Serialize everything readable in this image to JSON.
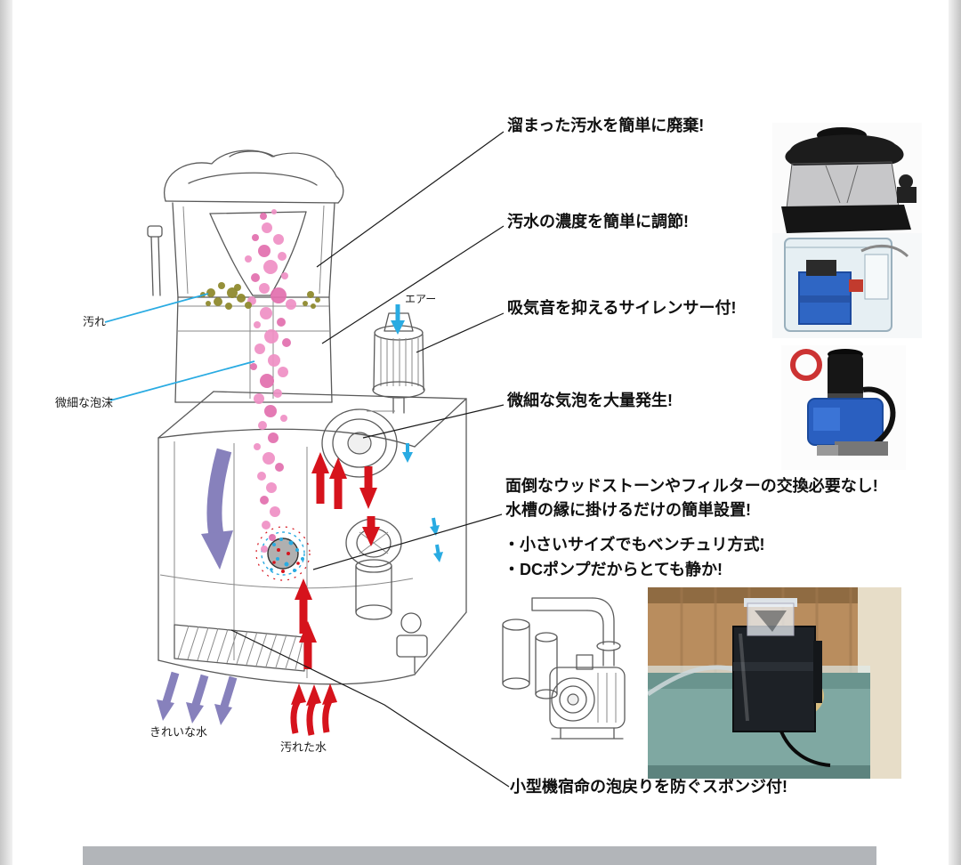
{
  "page": {
    "background": "#ffffff"
  },
  "colors": {
    "pink": "#ef8fc4",
    "pinkDark": "#e26fae",
    "olive": "#8f8a2e",
    "red": "#d6131c",
    "purple": "#8781bc",
    "blue": "#29abe2",
    "sketch": "#5a5a5a"
  },
  "annotations": [
    {
      "text": "溜まった汚水を簡単に廃棄!"
    },
    {
      "text": "汚水の濃度を簡単に調節!"
    },
    {
      "text": "吸気音を抑えるサイレンサー付!"
    },
    {
      "text": "微細な気泡を大量発生!"
    },
    {
      "text": "面倒なウッドストーンやフィルターの交換必要なし!"
    },
    {
      "text": "水槽の縁に掛けるだけの簡単設置!"
    },
    {
      "text": "・小さいサイズでもベンチュリ方式!"
    },
    {
      "text": "・DCポンプだからとても静か!"
    },
    {
      "text": "小型機宿命の泡戻りを防ぐスポンジ付!"
    }
  ],
  "part_labels": {
    "dirt": "汚れ",
    "fine_foam": "微細な泡沫",
    "air": "エアー",
    "clean_water": "きれいな水",
    "dirty_water": "汚れた水"
  }
}
